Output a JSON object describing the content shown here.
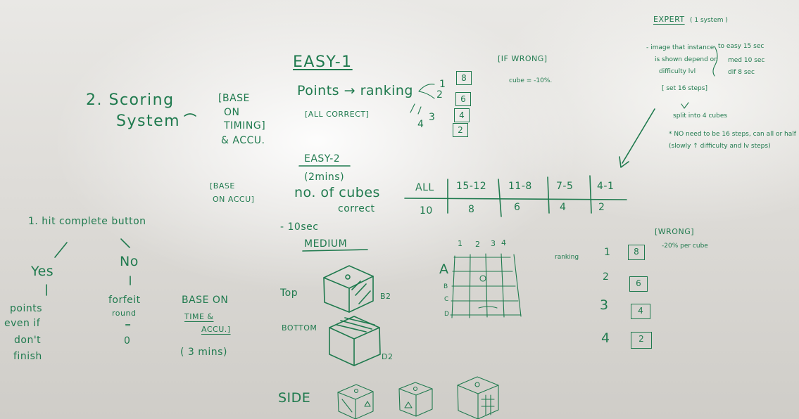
{
  "title": {
    "line1": "2. Scoring",
    "line2": "System"
  },
  "base_timing": {
    "l1": "[BASE",
    "l2": "ON",
    "l3": "TIMING]",
    "l4": "& ACCU."
  },
  "easy1": {
    "heading": "EASY-1",
    "points_ranking": "Points → ranking",
    "all_correct": "[ALL CORRECT]",
    "rank_numbers": [
      "1",
      "2",
      "3",
      "4"
    ],
    "rank_points": [
      "8",
      "6",
      "4",
      "2"
    ],
    "if_wrong": "[IF WRONG]",
    "cube_penalty": "cube = -10%."
  },
  "easy2": {
    "heading": "EASY-2",
    "base_accu_l1": "[BASE",
    "base_accu_l2": "ON ACCU]",
    "mins": "(2mins)",
    "cubes_l1": "no. of cubes",
    "cubes_l2": "correct",
    "table_headers": [
      "ALL",
      "15-12",
      "11-8",
      "7-5",
      "4-1"
    ],
    "table_values": [
      "10",
      "8",
      "6",
      "4",
      "2"
    ]
  },
  "medium": {
    "time": "- 10sec",
    "heading": "MEDIUM",
    "top_label": "Top",
    "top_code": "B2",
    "bottom_label": "BOTTOM",
    "bottom_code": "D2",
    "base_time_l1": "BASE ON",
    "base_time_l2": "TIME &",
    "base_time_l3": "ACCU.]",
    "mins": "( 3 mins)",
    "side_label": "SIDE",
    "grid_cols": [
      "1",
      "2",
      "3",
      "4"
    ],
    "grid_rows": [
      "A",
      "B",
      "C",
      "D"
    ]
  },
  "hit_flow": {
    "question": "1. hit complete button",
    "yes": "Yes",
    "no": "No",
    "yes_result": [
      "points",
      "even if",
      "don't",
      "finish"
    ],
    "no_result": [
      "forfeit",
      "round",
      "=",
      "0"
    ]
  },
  "expert": {
    "heading": "EXPERT",
    "subtitle": "( 1 system )",
    "note1": "- image that instance is shown depend on difficulty lvl",
    "note1_l1": "- image that instance",
    "note1_l2": "is shown depend on",
    "note1_l3": "difficulty lvl",
    "times": [
      "to easy 15 sec",
      "med 10 sec",
      "dif 8 sec"
    ],
    "steps": "[ set 16 steps]",
    "split": "split into 4 cubes",
    "no_need_l1": "* NO need to be 16 steps, can all or half",
    "no_need_l2": "(slowly ↑ difficulty and lv steps)",
    "wrong": "[WRONG]",
    "wrong_penalty": "-20% per cube",
    "ranking_label": "ranking",
    "rank_numbers": [
      "1",
      "2",
      "3",
      "4"
    ],
    "rank_points": [
      "8",
      "6",
      "4",
      "2"
    ]
  },
  "colors": {
    "ink": "#1f7a4e",
    "board": "#e6e4e0"
  }
}
